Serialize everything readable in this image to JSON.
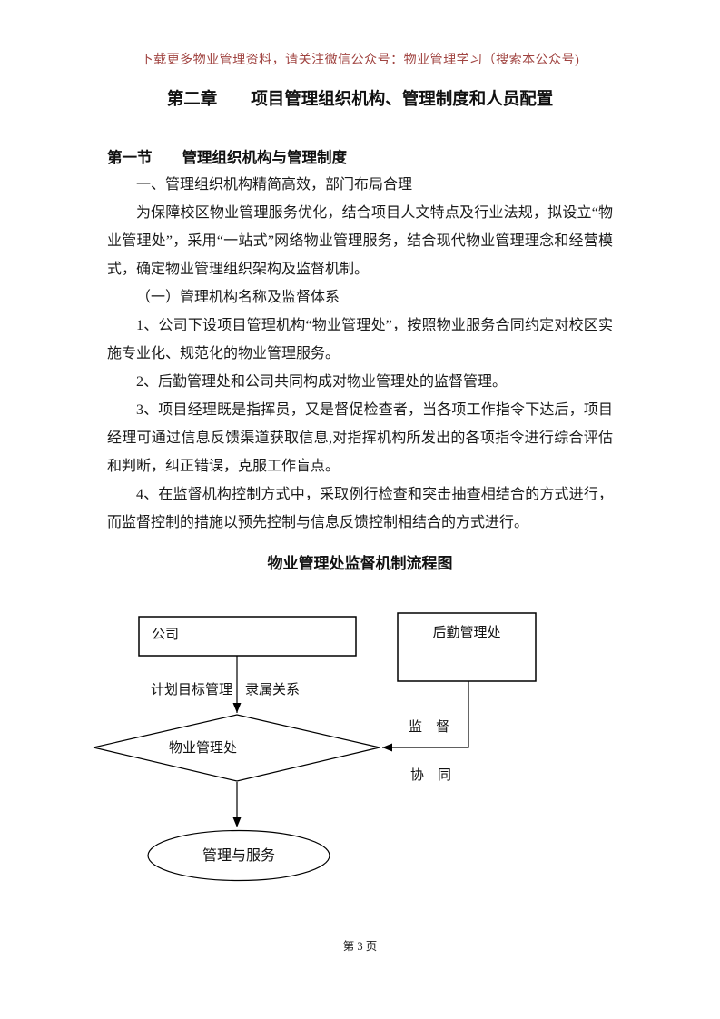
{
  "doc": {
    "header_notice": "下载更多物业管理资料，请关注微信公众号：物业管理学习（搜索本公众号)",
    "chapter_title": "第二章　　项目管理组织机构、管理制度和人员配置",
    "section_title": "第一节　　管理组织机构与管理制度",
    "paragraphs": [
      "一、管理组织机构精简高效，部门布局合理",
      "为保障校区物业管理服务优化，结合项目人文特点及行业法规，拟设立“物业管理处”，采用“一站式”网络物业管理服务，结合现代物业管理理念和经营模式，确定物业管理组织架构及监督机制。",
      "（一）管理机构名称及监督体系",
      "1、公司下设项目管理机构“物业管理处”，按照物业服务合同约定对校区实施专业化、规范化的物业管理服务。",
      "2、后勤管理处和公司共同构成对物业管理处的监督管理。",
      "3、项目经理既是指挥员，又是督促检查者，当各项工作指令下达后，项目经理可通过信息反馈渠道获取信息,对指挥机构所发出的各项指令进行综合评估和判断，纠正错误，克服工作盲点。",
      "4、在监督机构控制方式中，采取例行检查和突击抽查相结合的方式进行，而监督控制的措施以预先控制与信息反馈控制相结合的方式进行。"
    ],
    "flowchart_title": "物业管理处监督机制流程图",
    "footer_page_number": "第 3 页"
  },
  "flowchart": {
    "company_box_label": "公司",
    "logistics_box_label": "后勤管理处",
    "label_plan_management": "计划目标管理",
    "label_subordination": "隶属关系",
    "diamond_label": "物业管理处",
    "label_supervise": "监　督",
    "label_coordinate": "协　同",
    "ellipse_label": "管理与服务"
  },
  "colors": {
    "notice_red": "#a04340",
    "text": "#1a1a1a",
    "line": "#000000",
    "page_background": "#ffffff"
  }
}
